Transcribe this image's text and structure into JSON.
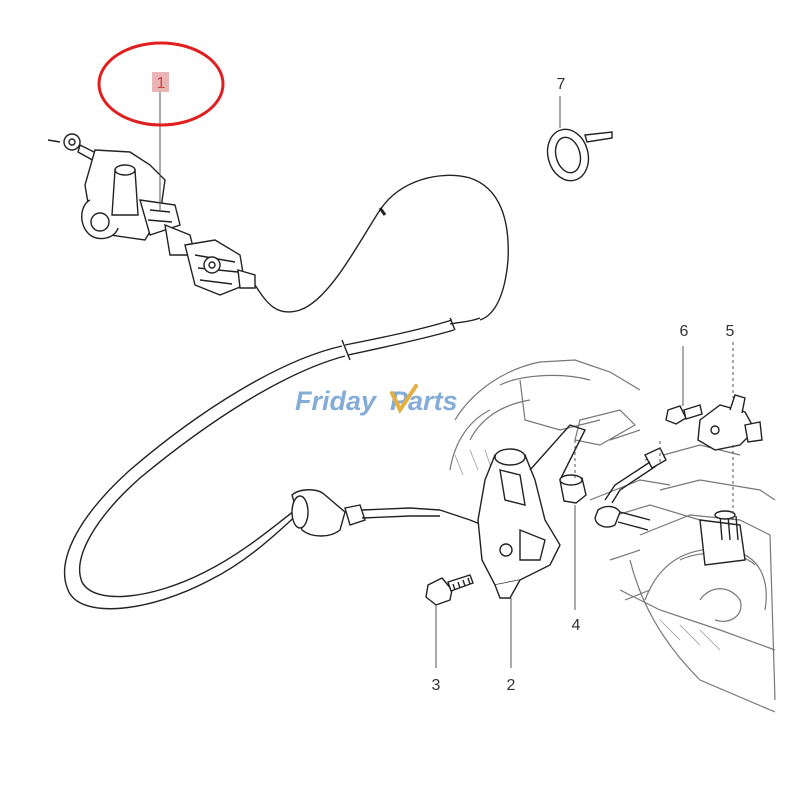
{
  "diagram": {
    "callouts": [
      {
        "id": "1",
        "label": "1",
        "highlighted": true
      },
      {
        "id": "2",
        "label": "2"
      },
      {
        "id": "3",
        "label": "3"
      },
      {
        "id": "4",
        "label": "4"
      },
      {
        "id": "5",
        "label": "5"
      },
      {
        "id": "6",
        "label": "6"
      },
      {
        "id": "7",
        "label": "7"
      }
    ],
    "watermark": {
      "part1": "Friday",
      "part2": "Parts"
    },
    "colors": {
      "line": "#2b2b2b",
      "faint": "#8a8a8a",
      "highlight_circle": "#e02020",
      "highlight_box": "#e8b4b4",
      "watermark_blue": "#6e9fd0",
      "watermark_gold": "#e0a020"
    }
  }
}
